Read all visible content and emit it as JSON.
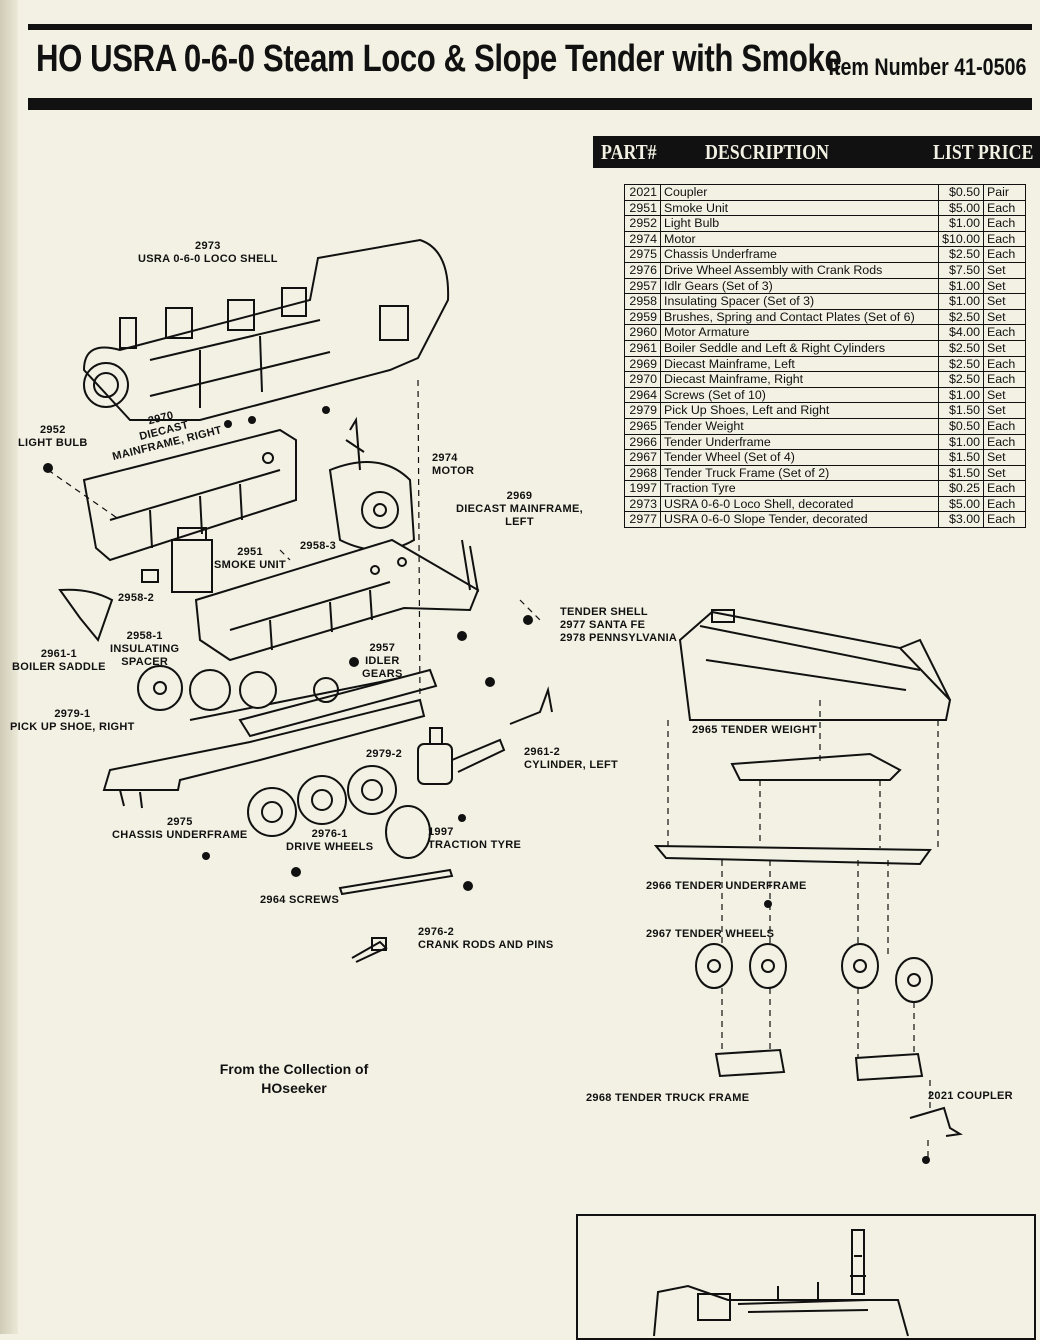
{
  "header": {
    "title": "HO USRA 0-6-0 Steam Loco & Slope Tender with Smoke",
    "item_number": "Item Number 41-0506"
  },
  "parts_table": {
    "columns": [
      "PART#",
      "DESCRIPTION",
      "LIST PRICE"
    ],
    "rows": [
      {
        "part": "2021",
        "description": "Coupler",
        "price": "$0.50",
        "unit": "Pair"
      },
      {
        "part": "2951",
        "description": "Smoke Unit",
        "price": "$5.00",
        "unit": "Each"
      },
      {
        "part": "2952",
        "description": "Light Bulb",
        "price": "$1.00",
        "unit": "Each"
      },
      {
        "part": "2974",
        "description": "Motor",
        "price": "$10.00",
        "unit": "Each"
      },
      {
        "part": "2975",
        "description": "Chassis Underframe",
        "price": "$2.50",
        "unit": "Each"
      },
      {
        "part": "2976",
        "description": "Drive Wheel Assembly with Crank Rods",
        "price": "$7.50",
        "unit": "Set"
      },
      {
        "part": "2957",
        "description": "Idlr Gears (Set of 3)",
        "price": "$1.00",
        "unit": "Set"
      },
      {
        "part": "2958",
        "description": "Insulating Spacer (Set of 3)",
        "price": "$1.00",
        "unit": "Set"
      },
      {
        "part": "2959",
        "description": "Brushes, Spring and Contact Plates (Set of 6)",
        "price": "$2.50",
        "unit": "Set"
      },
      {
        "part": "2960",
        "description": "Motor Armature",
        "price": "$4.00",
        "unit": "Each"
      },
      {
        "part": "2961",
        "description": "Boiler Seddle and Left & Right Cylinders",
        "price": "$2.50",
        "unit": "Set"
      },
      {
        "part": "2969",
        "description": "Diecast Mainframe, Left",
        "price": "$2.50",
        "unit": "Each"
      },
      {
        "part": "2970",
        "description": "Diecast Mainframe, Right",
        "price": "$2.50",
        "unit": "Each"
      },
      {
        "part": "2964",
        "description": "Screws (Set of 10)",
        "price": "$1.00",
        "unit": "Set"
      },
      {
        "part": "2979",
        "description": "Pick Up Shoes, Left and Right",
        "price": "$1.50",
        "unit": "Set"
      },
      {
        "part": "2965",
        "description": "Tender Weight",
        "price": "$0.50",
        "unit": "Each"
      },
      {
        "part": "2966",
        "description": "Tender Underframe",
        "price": "$1.00",
        "unit": "Each"
      },
      {
        "part": "2967",
        "description": "Tender Wheel (Set of 4)",
        "price": "$1.50",
        "unit": "Set"
      },
      {
        "part": "2968",
        "description": "Tender Truck Frame (Set of 2)",
        "price": "$1.50",
        "unit": "Set"
      },
      {
        "part": "1997",
        "description": "Traction Tyre",
        "price": "$0.25",
        "unit": "Each"
      },
      {
        "part": "2973",
        "description": "USRA 0-6-0 Loco Shell, decorated",
        "price": "$5.00",
        "unit": "Each"
      },
      {
        "part": "2977",
        "description": "USRA 0-6-0 Slope Tender, decorated",
        "price": "$3.00",
        "unit": "Each"
      }
    ]
  },
  "diagram_labels": {
    "loco_shell": "2973\nUSRA 0-6-0 LOCO SHELL",
    "light_bulb": "2952\nLIGHT BULB",
    "mainframe_right": "2970\nDIECAST\nMAINFRAME, RIGHT",
    "motor": "2974\nMOTOR",
    "mainframe_left": "2969\nDIECAST MAINFRAME,\nLEFT",
    "smoke_unit": "2951\nSMOKE UNIT",
    "spacer_2958_3": "2958-3",
    "spacer_2958_2": "2958-2",
    "boiler_saddle": "2961-1\nBOILER SADDLE",
    "insulating_spacer": "2958-1\nINSULATING\nSPACER",
    "idler_gears": "2957\nIDLER\nGEARS",
    "pickup_shoe": "2979-1\nPICK UP SHOE, RIGHT",
    "shoe_2979_2": "2979-2",
    "cylinder_left": "2961-2\nCYLINDER, LEFT",
    "chassis": "2975\nCHASSIS UNDERFRAME",
    "drive_wheels": "2976-1\nDRIVE WHEELS",
    "traction_tyre": "1997\nTRACTION TYRE",
    "screws": "2964 SCREWS",
    "crank_rods": "2976-2\nCRANK RODS AND PINS",
    "tender_shell": "TENDER SHELL\n2977 SANTA FE\n2978 PENNSYLVANIA",
    "tender_weight": "2965 TENDER WEIGHT",
    "tender_underframe": "2966 TENDER UNDERFRAME",
    "tender_wheels": "2967 TENDER WHEELS",
    "tender_truck": "2968 TENDER TRUCK FRAME",
    "coupler": "2021 COUPLER"
  },
  "credit": {
    "line1": "From the Collection of",
    "line2": "HOseeker"
  }
}
